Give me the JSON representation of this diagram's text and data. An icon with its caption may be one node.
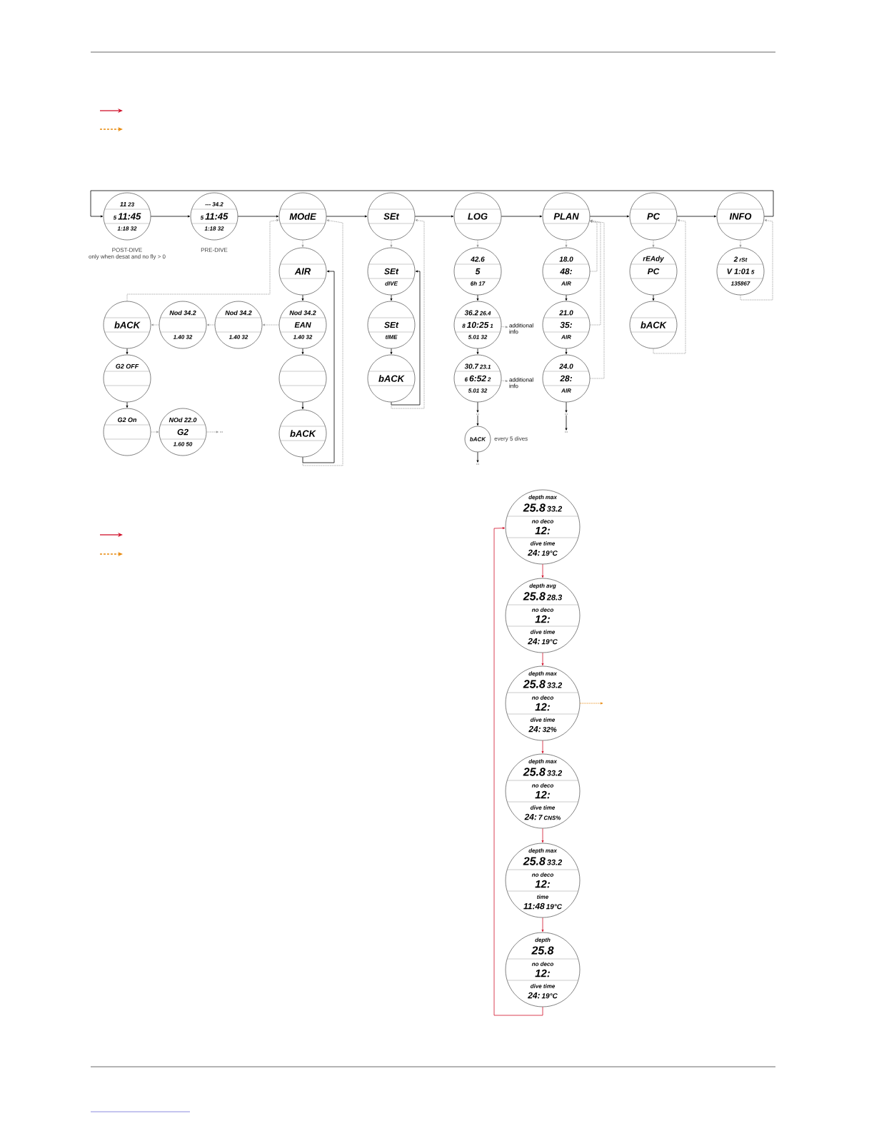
{
  "diagram": {
    "nodes": [
      {
        "text": [
          "11",
          "23",
          "5",
          "11:45",
          "1:18 32"
        ],
        "beside": [
          "POST-DIVE",
          "only when desat and no fly > 0"
        ]
      },
      {
        "text": [
          "---",
          "34.2",
          "5",
          "11:45",
          "1:18 32"
        ],
        "beside": [
          "PRE-DIVE"
        ]
      },
      {
        "text": [
          "MOdE"
        ]
      },
      {
        "text": [
          "SEt"
        ]
      },
      {
        "text": [
          "LOG"
        ]
      },
      {
        "text": [
          "PLAN"
        ]
      },
      {
        "text": [
          "PC"
        ]
      },
      {
        "text": [
          "INFO"
        ]
      },
      {
        "text": [
          "AIR"
        ]
      },
      {
        "text": [
          "Nod 34.2",
          "EAN",
          "1.40 32"
        ]
      },
      {
        "text": [],
        "shape": "circle"
      },
      {
        "text": [
          "bACK"
        ]
      },
      {
        "text": [
          "Nod 34.2",
          "1.40 32"
        ]
      },
      {
        "text": [
          "Nod 34.2",
          "1.40 32"
        ]
      },
      {
        "text": [
          "bACK"
        ]
      },
      {
        "text": [
          "G2 OFF"
        ]
      },
      {
        "text": [
          "G2 On"
        ]
      },
      {
        "text": [
          "NOd 22.0",
          "G2",
          "1.60 50"
        ]
      },
      {
        "text": [
          ".."
        ]
      },
      {
        "text": [
          "SEt",
          "dIVE"
        ]
      },
      {
        "text": [
          "SEt",
          "tIME"
        ]
      },
      {
        "text": [
          "bACK"
        ]
      },
      {
        "text": [
          "42.6",
          "5",
          "6h 17"
        ]
      },
      {
        "text": [
          "36.2",
          "26.4",
          "8",
          "10:25",
          "1",
          "5.01 32"
        ]
      },
      {
        "text": [
          "additional info"
        ]
      },
      {
        "text": [
          "30.7",
          "23.1",
          "6",
          "6:52",
          "2",
          "5.01 32"
        ]
      },
      {
        "text": [
          "additional info"
        ]
      },
      {
        "text": [
          ".."
        ]
      },
      {
        "text": [
          "bACK"
        ],
        "beside": [
          "every 5 dives"
        ]
      },
      {
        "text": [
          ".."
        ]
      },
      {
        "text": [
          "18.0",
          "48:",
          "AIR"
        ]
      },
      {
        "text": [
          "21.0",
          "35:",
          "AIR"
        ]
      },
      {
        "text": [
          "24.0",
          "28:",
          "AIR"
        ]
      },
      {
        "text": [
          ".."
        ]
      },
      {
        "text": [
          ".."
        ]
      },
      {
        "text": [
          "rEAdy",
          "PC"
        ]
      },
      {
        "text": [
          "bACK"
        ]
      },
      {
        "text": [
          "2",
          "rSt",
          "V 1:01",
          "5",
          "135867"
        ]
      },
      {
        "text": [
          "depth",
          "25.8",
          "max",
          "33.2",
          "no deco",
          "12:",
          "dive time",
          "24:",
          "19°C"
        ]
      },
      {
        "text": [
          "depth",
          "25.8",
          "avg",
          "28.3",
          "no deco",
          "12:",
          "dive time",
          "24:",
          "19°C"
        ]
      },
      {
        "text": [
          "depth",
          "25.8",
          "max",
          "33.2",
          "no deco",
          "12:",
          "dive time",
          "24:",
          "32%"
        ]
      },
      {
        "text": [
          "depth",
          "25.8",
          "max",
          "33.2",
          "no deco",
          "12:",
          "dive time",
          "24:",
          "7",
          "CNS%"
        ]
      },
      {
        "text": [
          "depth",
          "25.8",
          "max",
          "33.2",
          "no deco",
          "12:",
          "time",
          "11:48",
          "19°C"
        ]
      },
      {
        "text": [
          "depth",
          "25.8",
          "no deco",
          "12:",
          "dive time",
          "24:",
          "19°C"
        ]
      }
    ],
    "edges": [
      {
        "from": 0,
        "to": 1,
        "arrow": "to"
      },
      {
        "from": 1,
        "to": 2,
        "arrow": "to"
      },
      {
        "from": 2,
        "to": 3,
        "arrow": "to"
      },
      {
        "from": 3,
        "to": 4,
        "arrow": "to"
      },
      {
        "from": 4,
        "to": 5,
        "arrow": "to"
      },
      {
        "from": 5,
        "to": 6,
        "arrow": "to"
      },
      {
        "from": 6,
        "to": 7,
        "arrow": "to"
      },
      {
        "from": 7,
        "to": 0,
        "arrow": "to"
      },
      {
        "from": 2,
        "to": 8,
        "arrow": "to",
        "style": "dashed",
        "color": "#999999"
      },
      {
        "from": 8,
        "to": 9,
        "arrow": "to"
      },
      {
        "from": 9,
        "to": 10,
        "arrow": "to"
      },
      {
        "from": 10,
        "to": 11,
        "arrow": "to"
      },
      {
        "from": 11,
        "to": 8,
        "arrow": "to"
      },
      {
        "from": 11,
        "to": 2,
        "arrow": "to",
        "style": "dashed",
        "color": "#999999"
      },
      {
        "from": 9,
        "to": 12,
        "arrow": "to",
        "style": "dashed",
        "color": "#999999"
      },
      {
        "from": 12,
        "to": 13,
        "arrow": "to",
        "style": "dashed",
        "color": "#999999"
      },
      {
        "from": 13,
        "to": 14,
        "arrow": "to",
        "style": "dashed",
        "color": "#999999"
      },
      {
        "from": 14,
        "to": 15,
        "arrow": "to"
      },
      {
        "from": 15,
        "to": 16,
        "arrow": "to"
      },
      {
        "from": 16,
        "to": 17,
        "arrow": "to",
        "style": "dashed",
        "color": "#999999"
      },
      {
        "from": 17,
        "to": 18,
        "arrow": "to",
        "style": "dashed",
        "color": "#999999"
      },
      {
        "from": 14,
        "to": 2,
        "arrow": "to",
        "style": "dashed",
        "color": "#999999"
      },
      {
        "from": 3,
        "to": 19,
        "arrow": "to",
        "style": "dashed",
        "color": "#999999"
      },
      {
        "from": 19,
        "to": 20,
        "arrow": "to"
      },
      {
        "from": 20,
        "to": 21,
        "arrow": "to"
      },
      {
        "from": 21,
        "to": 19,
        "arrow": "to"
      },
      {
        "from": 21,
        "to": 3,
        "arrow": "to",
        "style": "dashed",
        "color": "#999999"
      },
      {
        "from": 4,
        "to": 22,
        "arrow": "to",
        "style": "dashed",
        "color": "#999999"
      },
      {
        "from": 22,
        "to": 23,
        "arrow": "to"
      },
      {
        "from": 23,
        "to": 24,
        "arrow": "to",
        "style": "dashed",
        "color": "#999999"
      },
      {
        "from": 23,
        "to": 25,
        "arrow": "to"
      },
      {
        "from": 25,
        "to": 26,
        "arrow": "to",
        "style": "dashed",
        "color": "#999999"
      },
      {
        "from": 25,
        "to": 27,
        "arrow": "to"
      },
      {
        "from": 27,
        "to": 28,
        "arrow": "to"
      },
      {
        "from": 28,
        "to": 29,
        "arrow": "to"
      },
      {
        "from": 5,
        "to": 30,
        "arrow": "to",
        "style": "dashed",
        "color": "#999999"
      },
      {
        "from": 30,
        "to": 31,
        "arrow": "to"
      },
      {
        "from": 31,
        "to": 32,
        "arrow": "to"
      },
      {
        "from": 32,
        "to": 33,
        "arrow": "to"
      },
      {
        "from": 33,
        "to": 34,
        "arrow": "to"
      },
      {
        "from": 30,
        "to": 5,
        "arrow": "to",
        "style": "dashed",
        "color": "#999999"
      },
      {
        "from": 31,
        "to": 5,
        "arrow": "to",
        "style": "dashed",
        "color": "#999999"
      },
      {
        "from": 32,
        "to": 5,
        "arrow": "to",
        "style": "dashed",
        "color": "#999999"
      },
      {
        "from": 6,
        "to": 35,
        "arrow": "to",
        "style": "dashed",
        "color": "#999999"
      },
      {
        "from": 35,
        "to": 36,
        "arrow": "to"
      },
      {
        "from": 36,
        "to": 6,
        "arrow": "to",
        "style": "dashed",
        "color": "#999999"
      },
      {
        "from": 7,
        "to": 37,
        "arrow": "to",
        "style": "dashed",
        "color": "#999999"
      },
      {
        "from": 37,
        "to": 7,
        "arrow": "to",
        "style": "dashed",
        "color": "#999999"
      },
      {
        "from": 38,
        "to": 39,
        "arrow": "to",
        "color": "#d0102a"
      },
      {
        "from": 39,
        "to": 40,
        "arrow": "to",
        "color": "#d0102a"
      },
      {
        "from": 40,
        "to": 41,
        "arrow": "to",
        "color": "#d0102a"
      },
      {
        "from": 41,
        "to": 42,
        "arrow": "to",
        "color": "#d0102a"
      },
      {
        "from": 42,
        "to": 43,
        "arrow": "to",
        "color": "#d0102a"
      },
      {
        "from": 43,
        "to": 38,
        "arrow": "to",
        "color": "#d0102a"
      },
      {
        "from": 40,
        "to": null,
        "arrow": "to",
        "style": "dashed",
        "color": "#e8890c"
      }
    ]
  }
}
